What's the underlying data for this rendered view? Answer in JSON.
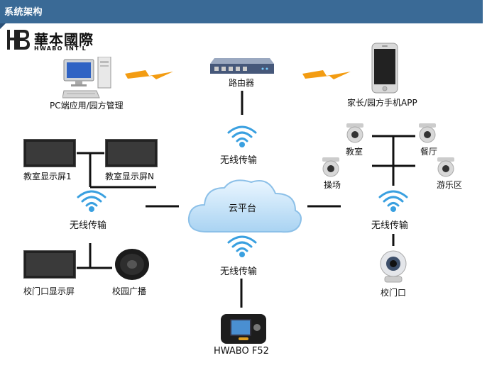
{
  "header": {
    "title": "系统架构"
  },
  "brand": {
    "name_cn": "華本國際",
    "name_en": "HWABO INT'L"
  },
  "nodes": {
    "pc": "PC端应用/园方管理",
    "router": "路由器",
    "phone": "家长/园方手机APP",
    "cloud": "云平台",
    "wireless_top": "无线传输",
    "wireless_left": "无线传输",
    "wireless_right": "无线传输",
    "wireless_bottom": "无线传输",
    "classroom_screen_1": "教室显示屏1",
    "classroom_screen_n": "教室显示屏N",
    "gate_screen": "校门口显示屏",
    "broadcast": "校园广播",
    "cam_classroom": "教室",
    "cam_canteen": "餐厅",
    "cam_playground": "操场",
    "cam_play_area": "游乐区",
    "cam_gate": "校门口",
    "device": "HWABO F52"
  }
}
